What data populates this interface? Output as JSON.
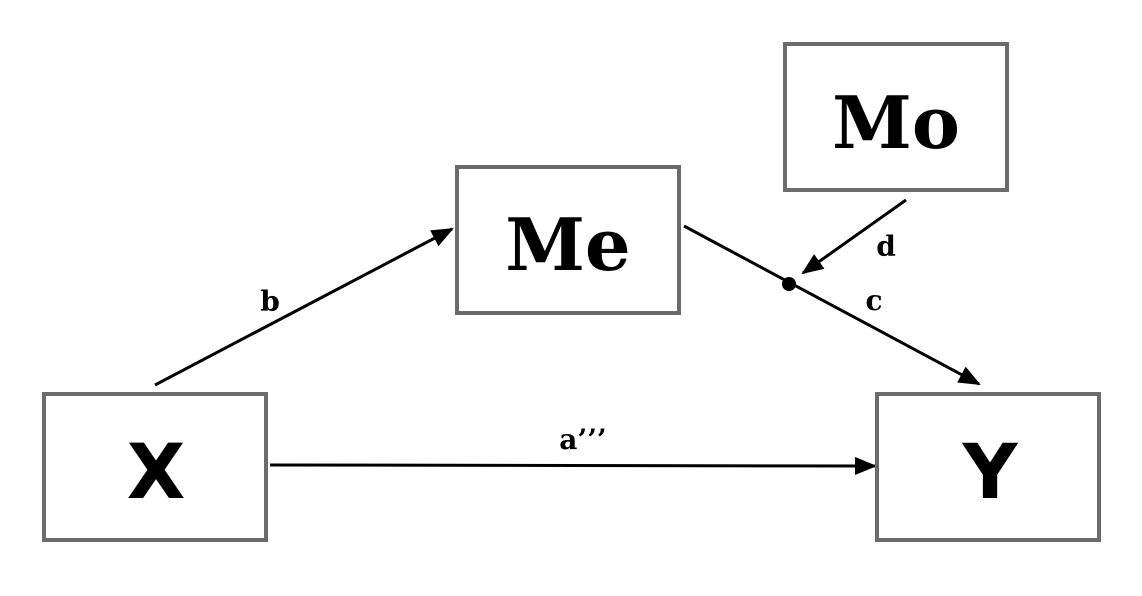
{
  "nodes": {
    "x": "X",
    "me": "Me",
    "mo": "Mo",
    "y": "Y"
  },
  "paths": {
    "x_to_me": "b",
    "me_to_y": "c",
    "mo_to_path": "d",
    "x_to_y": "a’’’"
  },
  "colors": {
    "box_border": "#6b6b6b",
    "line": "#000000",
    "background": "#ffffff"
  }
}
